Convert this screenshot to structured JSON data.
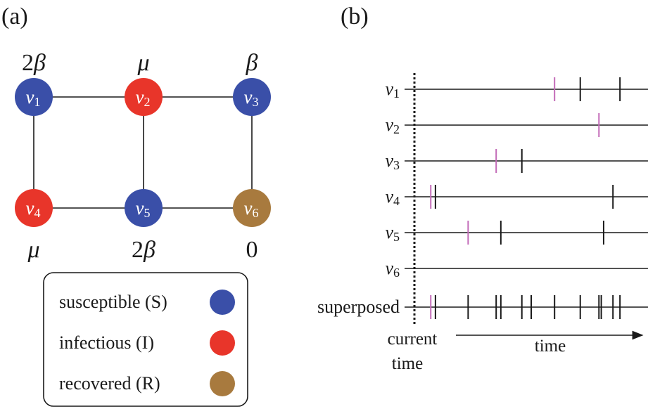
{
  "panel_a": {
    "label": "(a)",
    "nodes": [
      {
        "id": "v1",
        "name": "v",
        "sub": "1",
        "state": "S",
        "rate": "2β"
      },
      {
        "id": "v2",
        "name": "v",
        "sub": "2",
        "state": "I",
        "rate": "μ"
      },
      {
        "id": "v3",
        "name": "v",
        "sub": "3",
        "state": "S",
        "rate": "β"
      },
      {
        "id": "v4",
        "name": "v",
        "sub": "4",
        "state": "I",
        "rate": "μ"
      },
      {
        "id": "v5",
        "name": "v",
        "sub": "5",
        "state": "S",
        "rate": "2β"
      },
      {
        "id": "v6",
        "name": "v",
        "sub": "6",
        "state": "R",
        "rate": "0"
      }
    ],
    "edges": [
      [
        "v1",
        "v2"
      ],
      [
        "v2",
        "v3"
      ],
      [
        "v1",
        "v4"
      ],
      [
        "v2",
        "v5"
      ],
      [
        "v3",
        "v6"
      ],
      [
        "v4",
        "v5"
      ],
      [
        "v5",
        "v6"
      ]
    ],
    "legend": [
      {
        "label": "susceptible (S)",
        "state": "S"
      },
      {
        "label": "infectious (I)",
        "state": "I"
      },
      {
        "label": "recovered (R)",
        "state": "R"
      }
    ]
  },
  "colors": {
    "S": "#3a4fa8",
    "I": "#e8352a",
    "R": "#a87a3e",
    "purple": "#c36bb8",
    "ink": "#1a1a1a"
  },
  "panel_b": {
    "label": "(b)",
    "rows": [
      {
        "name": "v",
        "sub": "1",
        "events": [
          {
            "t": 0.6,
            "c": "purple"
          },
          {
            "t": 0.71,
            "c": "ink"
          },
          {
            "t": 0.88,
            "c": "ink"
          }
        ]
      },
      {
        "name": "v",
        "sub": "2",
        "events": [
          {
            "t": 0.79,
            "c": "purple"
          }
        ]
      },
      {
        "name": "v",
        "sub": "3",
        "events": [
          {
            "t": 0.35,
            "c": "purple"
          },
          {
            "t": 0.46,
            "c": "ink"
          }
        ]
      },
      {
        "name": "v",
        "sub": "4",
        "events": [
          {
            "t": 0.07,
            "c": "purple"
          },
          {
            "t": 0.09,
            "c": "ink"
          },
          {
            "t": 0.85,
            "c": "ink"
          }
        ]
      },
      {
        "name": "v",
        "sub": "5",
        "events": [
          {
            "t": 0.23,
            "c": "purple"
          },
          {
            "t": 0.37,
            "c": "ink"
          },
          {
            "t": 0.81,
            "c": "ink"
          }
        ]
      },
      {
        "name": "v",
        "sub": "6",
        "events": []
      },
      {
        "name": "superposed",
        "sub": "",
        "events": [
          {
            "t": 0.07,
            "c": "purple"
          },
          {
            "t": 0.09,
            "c": "ink"
          },
          {
            "t": 0.23,
            "c": "ink"
          },
          {
            "t": 0.35,
            "c": "ink"
          },
          {
            "t": 0.37,
            "c": "ink"
          },
          {
            "t": 0.46,
            "c": "ink"
          },
          {
            "t": 0.5,
            "c": "ink"
          },
          {
            "t": 0.6,
            "c": "ink"
          },
          {
            "t": 0.71,
            "c": "ink"
          },
          {
            "t": 0.79,
            "c": "ink"
          },
          {
            "t": 0.8,
            "c": "ink"
          },
          {
            "t": 0.85,
            "c": "ink"
          },
          {
            "t": 0.88,
            "c": "ink"
          }
        ]
      }
    ],
    "current_time_line1": "current",
    "current_time_line2": "time",
    "time_label": "time"
  }
}
